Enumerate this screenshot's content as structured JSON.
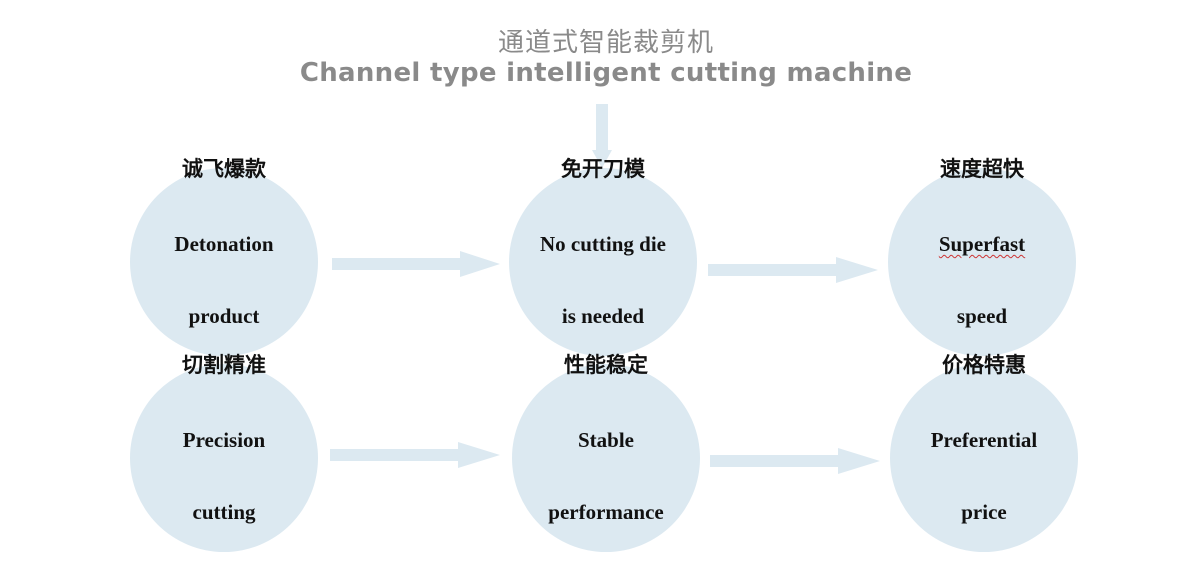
{
  "title": {
    "chinese": "通道式智能裁剪机",
    "english": "Channel type intelligent cutting machine"
  },
  "nodes": [
    {
      "chinese": "诚飞爆款",
      "english_line1": "Detonation",
      "english_line2": "product"
    },
    {
      "chinese": "免开刀模",
      "english_line1": "No cutting die",
      "english_line2": "is needed"
    },
    {
      "chinese": "速度超快",
      "english_line1": "Superfast",
      "english_line2": "speed"
    },
    {
      "chinese": "切割精准",
      "english_line1": "Precision",
      "english_line2": "cutting"
    },
    {
      "chinese": "性能稳定",
      "english_line1": "Stable",
      "english_line2": "performance"
    },
    {
      "chinese": "价格特惠",
      "english_line1": "Preferential",
      "english_line2": "price"
    }
  ],
  "colors": {
    "circle_fill": "#dce9f1",
    "arrow_fill": "#dce9f1",
    "title_text": "#8a8a8a",
    "node_text": "#111111"
  }
}
